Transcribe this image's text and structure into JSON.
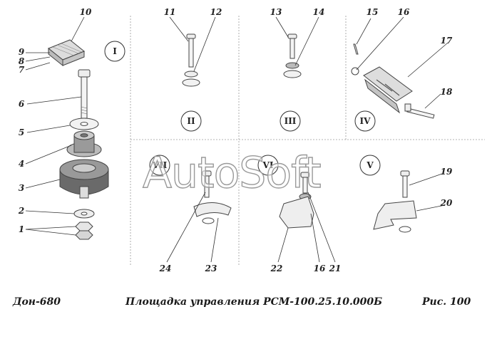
{
  "callouts": [
    "10",
    "9",
    "8",
    "7",
    "6",
    "5",
    "4",
    "3",
    "2",
    "1",
    "11",
    "12",
    "13",
    "14",
    "15",
    "16",
    "17",
    "18",
    "19",
    "20",
    "21",
    "16",
    "22",
    "23",
    "24"
  ],
  "views": [
    "I",
    "II",
    "III",
    "IV",
    "V",
    "VI",
    "VII"
  ],
  "footer": {
    "left": "Дон-680",
    "title": "Площадка управления РСМ-100.25.10.000Б",
    "right": "Рис.   100"
  },
  "watermark": "AutoSoft",
  "colors": {
    "line": "#444444",
    "paper": "#ffffff",
    "shade": "#9a9a9a"
  }
}
